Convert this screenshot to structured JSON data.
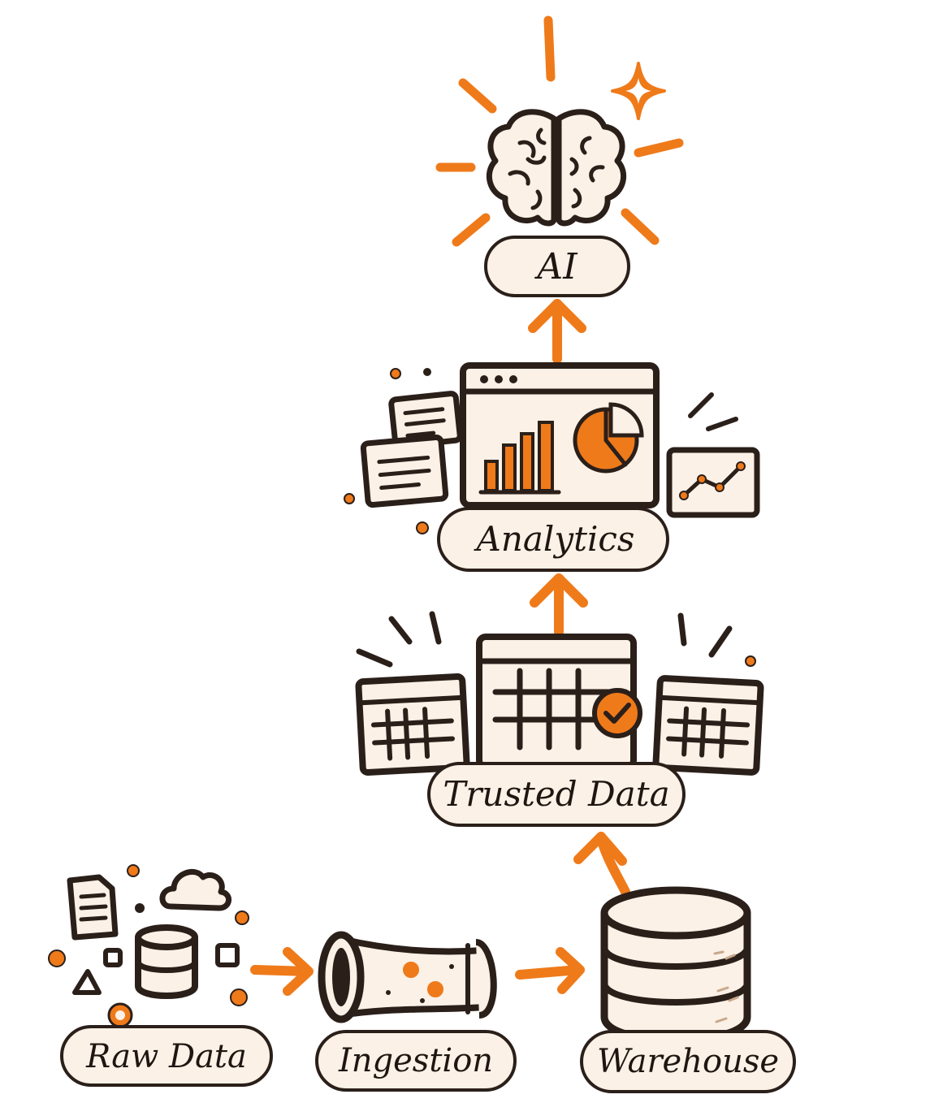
{
  "diagram": {
    "nodes": {
      "raw_data": {
        "label": "Raw Data"
      },
      "ingestion": {
        "label": "Ingestion"
      },
      "warehouse": {
        "label": "Warehouse"
      },
      "trusted_data": {
        "label": "Trusted Data"
      },
      "analytics": {
        "label": "Analytics"
      },
      "ai": {
        "label": "AI"
      }
    },
    "flow": [
      "raw_data",
      "ingestion",
      "warehouse",
      "trusted_data",
      "analytics",
      "ai"
    ],
    "colors": {
      "accent": "#ef7a1a",
      "ink": "#2b1f1a",
      "paper": "#fbf1e6"
    }
  }
}
